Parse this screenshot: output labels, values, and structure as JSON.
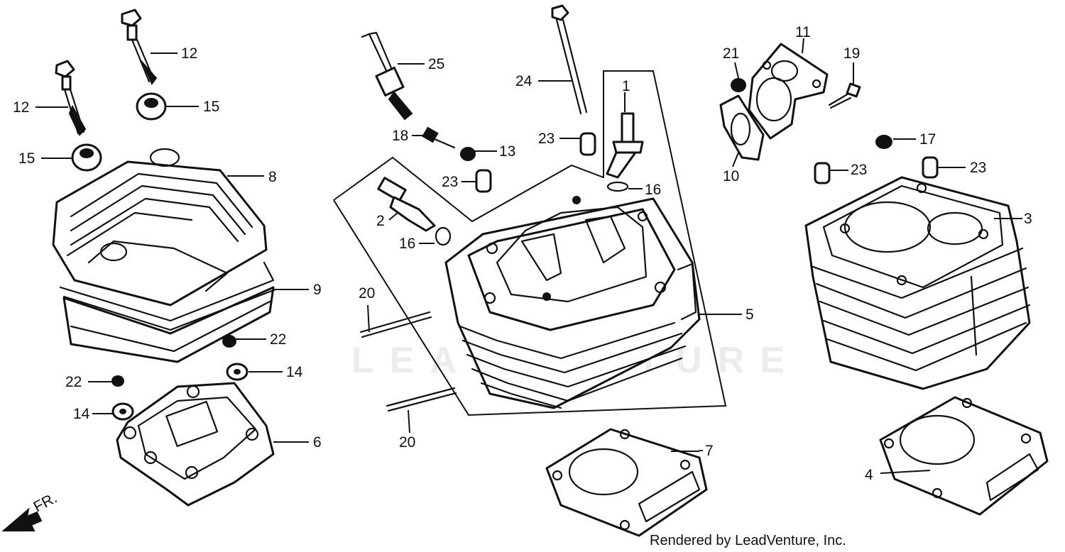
{
  "watermark": "LEADVENTURE",
  "credit": "Rendered by LeadVenture, Inc.",
  "orientation_label": "FR.",
  "callouts": {
    "c1": "1",
    "c2": "2",
    "c3": "3",
    "c4": "4",
    "c5": "5",
    "c6": "6",
    "c7": "7",
    "c8": "8",
    "c9": "9",
    "c10": "10",
    "c11": "11",
    "c12a": "12",
    "c12b": "12",
    "c13": "13",
    "c14a": "14",
    "c14b": "14",
    "c15a": "15",
    "c15b": "15",
    "c16a": "16",
    "c16b": "16",
    "c17": "17",
    "c18": "18",
    "c19": "19",
    "c20a": "20",
    "c20b": "20",
    "c21": "21",
    "c22a": "22",
    "c22b": "22",
    "c23a": "23",
    "c23b": "23",
    "c23c": "23",
    "c23d": "23",
    "c24": "24",
    "c25": "25"
  }
}
